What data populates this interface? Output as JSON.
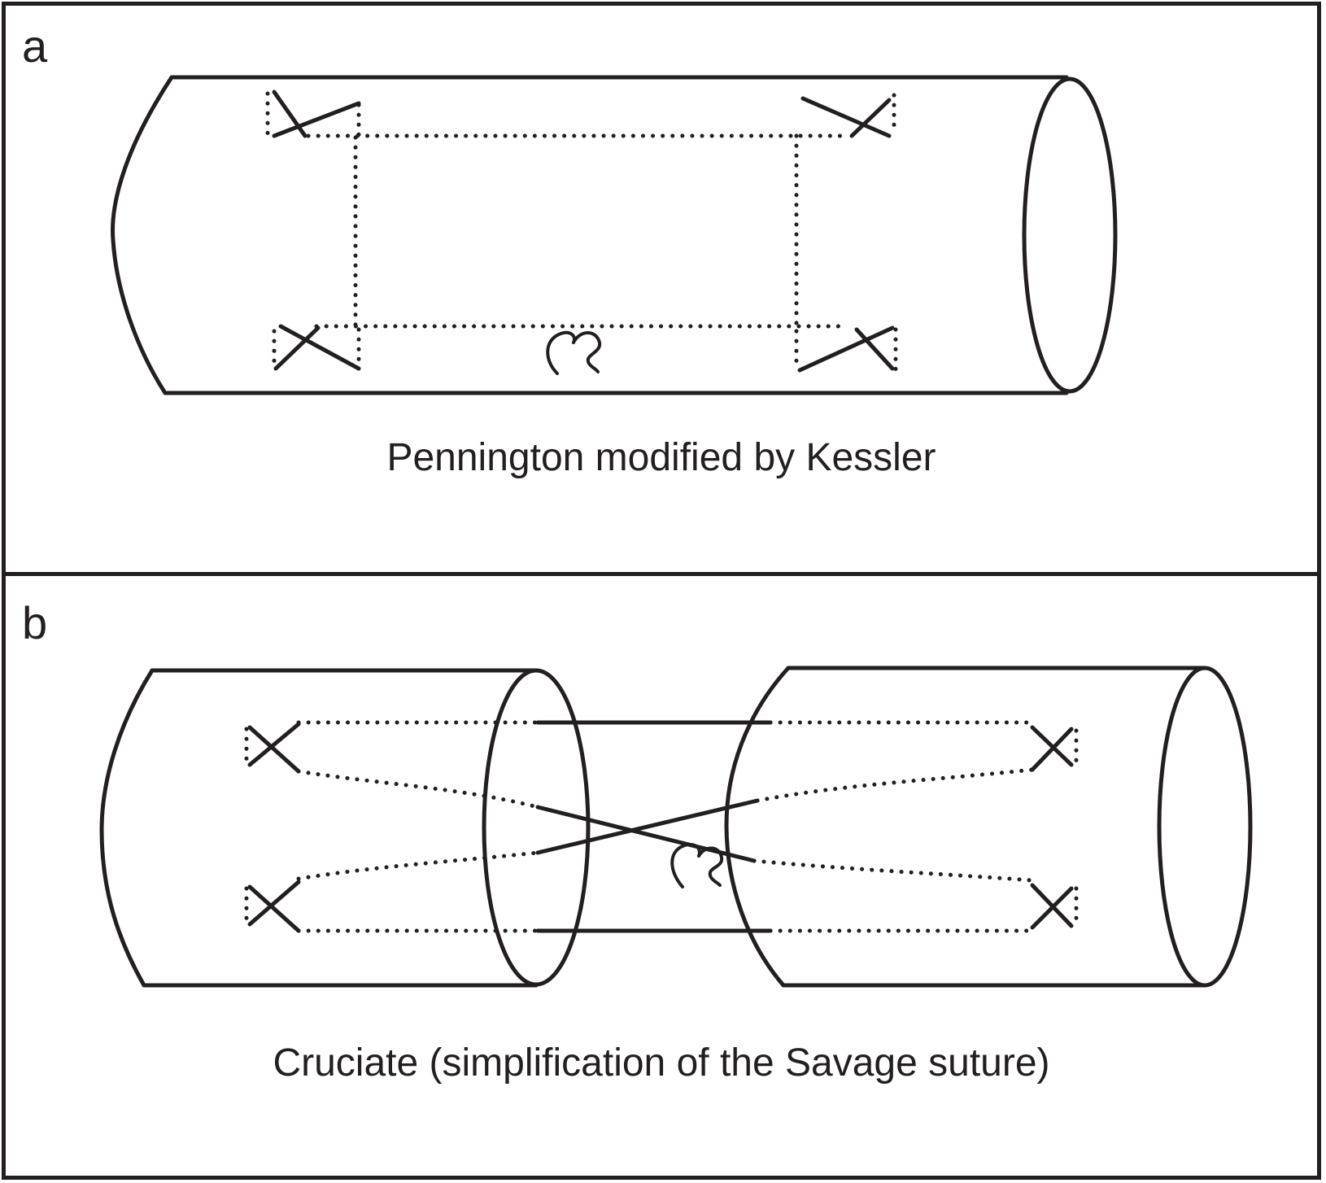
{
  "panels": [
    {
      "label": "a",
      "caption": "Pennington modified by Kessler"
    },
    {
      "label": "b",
      "caption": "Cruciate (simplification of the Savage suture)"
    }
  ]
}
